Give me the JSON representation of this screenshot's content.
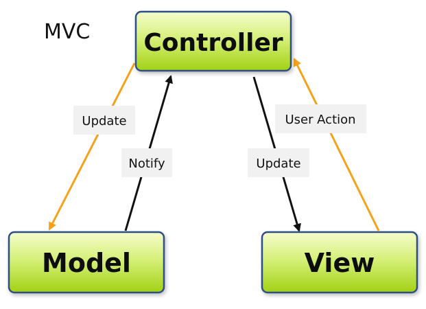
{
  "title": "MVC",
  "nodes": {
    "controller": "Controller",
    "model": "Model",
    "view": "View"
  },
  "edges": {
    "controller_to_model": "Update",
    "model_to_controller": "Notify",
    "controller_to_view": "Update",
    "view_to_controller": "User Action"
  },
  "colors": {
    "node_fill_top": "#f2fbc8",
    "node_fill_bottom": "#a8d619",
    "node_border": "#2f4f86",
    "arrow_orange": "#f5a21a",
    "arrow_black": "#111111",
    "label_bg": "#f1f1f1"
  }
}
